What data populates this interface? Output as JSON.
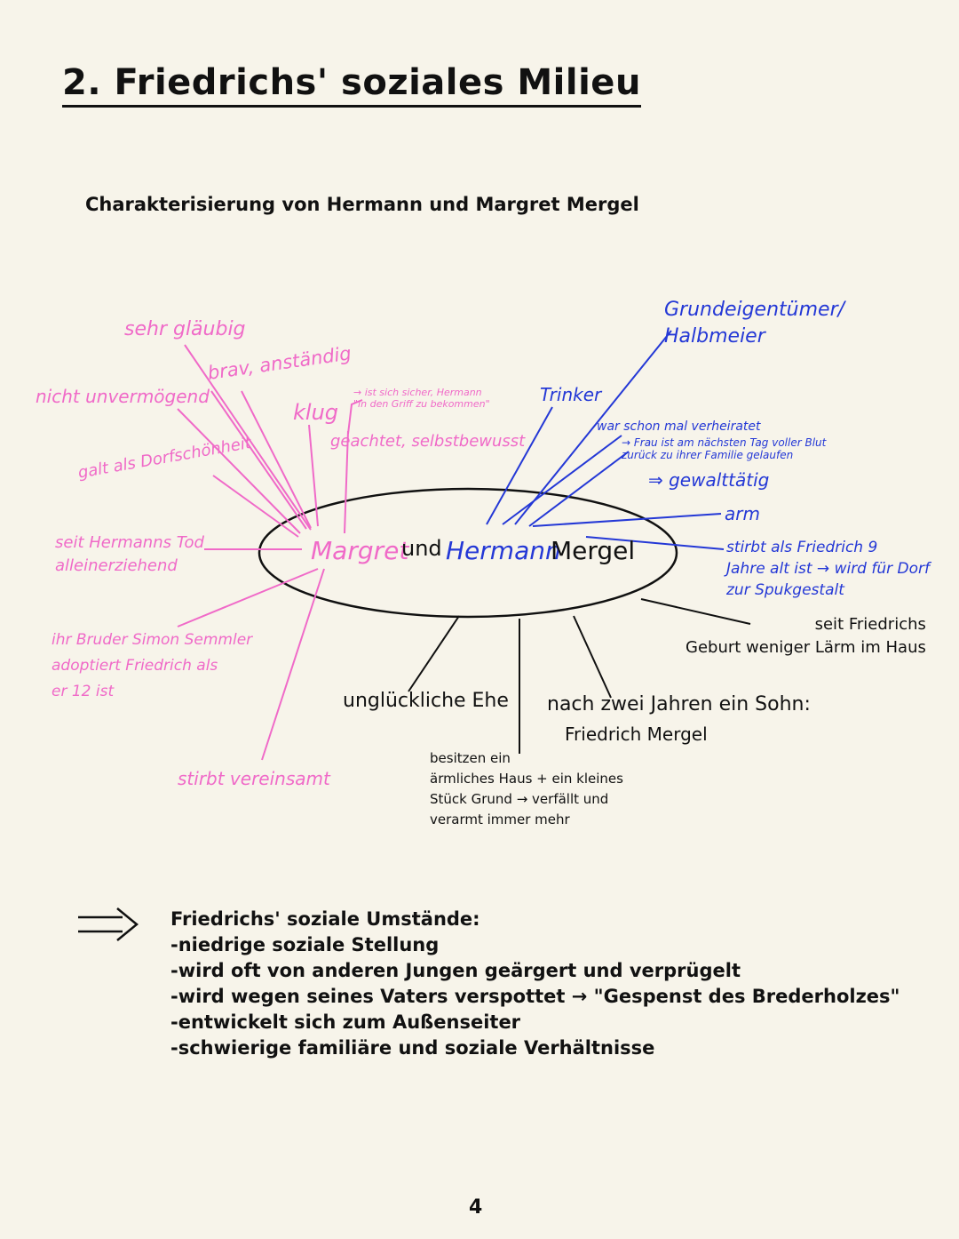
{
  "title": "2. Friedrichs' soziales Milieu",
  "subtitle": "Charakterisierung von Hermann und Margret Mergel",
  "center": {
    "margret": "Margret",
    "und": "und",
    "hermann": "Hermann",
    "mergel": "Mergel"
  },
  "margret_traits": {
    "sehr_glaeubig": "sehr gläubig",
    "nicht_unvermoegend": "nicht unvermögend",
    "brav_anstaendig": "brav, anständig",
    "klug": "klug",
    "klug_note": "→ ist sich sicher, Hermann\n\"in den Griff zu bekommen\"",
    "geachtet": "geachtet, selbstbewusst",
    "dorfschoenheit": "galt als Dorfschönheit",
    "alleinerziehend": "seit Hermanns Tod\nalleinerziehend",
    "bruder": "ihr Bruder Simon Semmler\nadoptiert Friedrich als\ner 12 ist",
    "stirbt": "stirbt vereinsamt"
  },
  "hermann_traits": {
    "grundeigentuemer": "Grundeigentümer/\nHalbmeier",
    "trinker": "Trinker",
    "verheiratet": "war schon mal verheiratet",
    "frau_note": "→ Frau ist am nächsten Tag voller Blut\nzurück zu ihrer Familie gelaufen",
    "gewalttaetig": "⇒ gewalttätig",
    "arm": "arm",
    "stirbt": "stirbt als Friedrich 9\nJahre alt ist → wird für Dorf\nzur Spukgestalt"
  },
  "shared_traits": {
    "weniger_laerm": "seit Friedrichs\nGeburt weniger Lärm im Haus",
    "unglueckliche_ehe": "unglückliche Ehe",
    "haus": "besitzen ein\närmliches Haus + ein kleines\nStück Grund → verfällt und\nverarmt immer mehr",
    "sohn": "nach zwei Jahren ein Sohn:",
    "friedrich": "Friedrich Mergel"
  },
  "summary": {
    "heading": "Friedrichs' soziale Umstände:",
    "items": [
      "-niedrige soziale Stellung",
      "-wird oft von anderen Jungen geärgert und verprügelt",
      "-wird wegen seines Vaters verspottet → \"Gespenst des Brederholzes\"",
      "-entwickelt sich zum Außenseiter",
      "-schwierige familiäre und soziale Verhältnisse"
    ]
  },
  "page_number": "4",
  "colors": {
    "margret": "#f06ac8",
    "hermann": "#2438d6",
    "shared": "#111111",
    "background": "#f7f4ea"
  },
  "icons": {
    "arrow": "double-arrow-right-icon"
  }
}
